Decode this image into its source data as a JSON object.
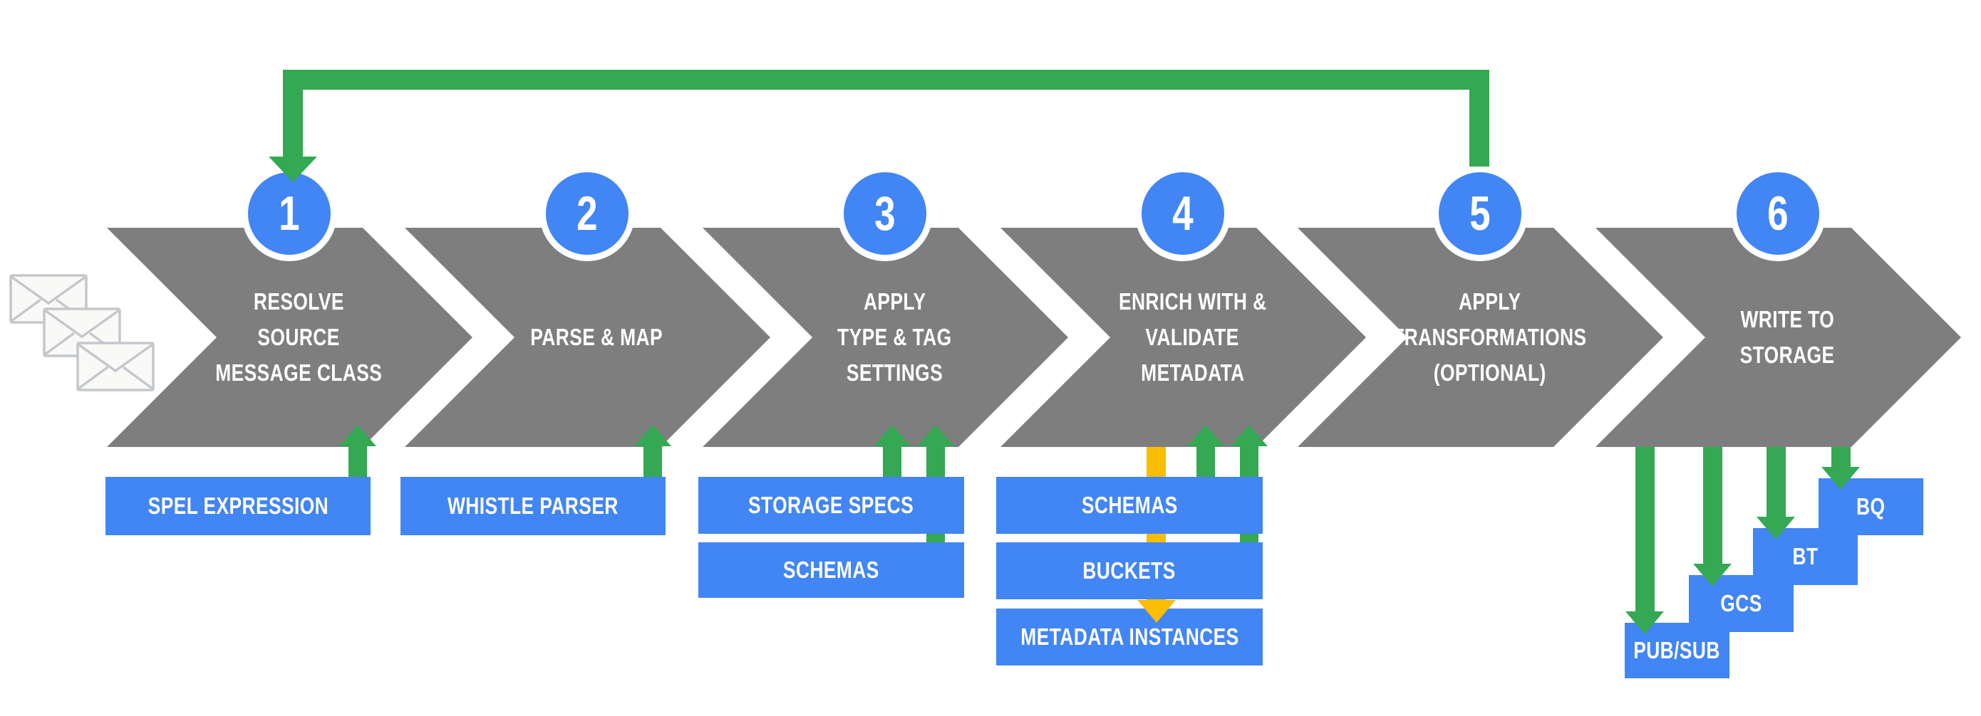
{
  "diagram": {
    "description": "Six-step data pipeline flow with feedback loop from step 5 to step 1",
    "steps": [
      {
        "number": "1",
        "label_lines": [
          "RESOLVE",
          "SOURCE",
          "MESSAGE CLASS"
        ]
      },
      {
        "number": "2",
        "label_lines": [
          "PARSE & MAP"
        ]
      },
      {
        "number": "3",
        "label_lines": [
          "APPLY",
          "TYPE & TAG",
          "SETTINGS"
        ]
      },
      {
        "number": "4",
        "label_lines": [
          "ENRICH WITH &",
          "VALIDATE",
          "METADATA"
        ]
      },
      {
        "number": "5",
        "label_lines": [
          "APPLY",
          "TRANSFORMATIONS",
          "(OPTIONAL)"
        ]
      },
      {
        "number": "6",
        "label_lines": [
          "WRITE TO",
          "STORAGE"
        ]
      }
    ],
    "resources": {
      "spel": "SPEL EXPRESSION",
      "whistle": "WHISTLE PARSER",
      "storage_specs": "STORAGE SPECS",
      "schemas_step3": "SCHEMAS",
      "schemas_step4": "SCHEMAS",
      "buckets": "BUCKETS",
      "metadata_instances": "METADATA INSTANCES",
      "pubsub": "PUB/SUB",
      "gcs": "GCS",
      "bt": "BT",
      "bq": "BQ"
    },
    "icons": {
      "input": "envelope-stack"
    },
    "colors": {
      "chevron_gray": "#7E7E7E",
      "accent_blue": "#4285F4",
      "arrow_green": "#34A853",
      "arrow_yellow": "#FBBC04",
      "text_white": "#FFFFFF",
      "envelope_stroke": "#C4C7CB",
      "envelope_fill": "#F9F9F7"
    }
  }
}
